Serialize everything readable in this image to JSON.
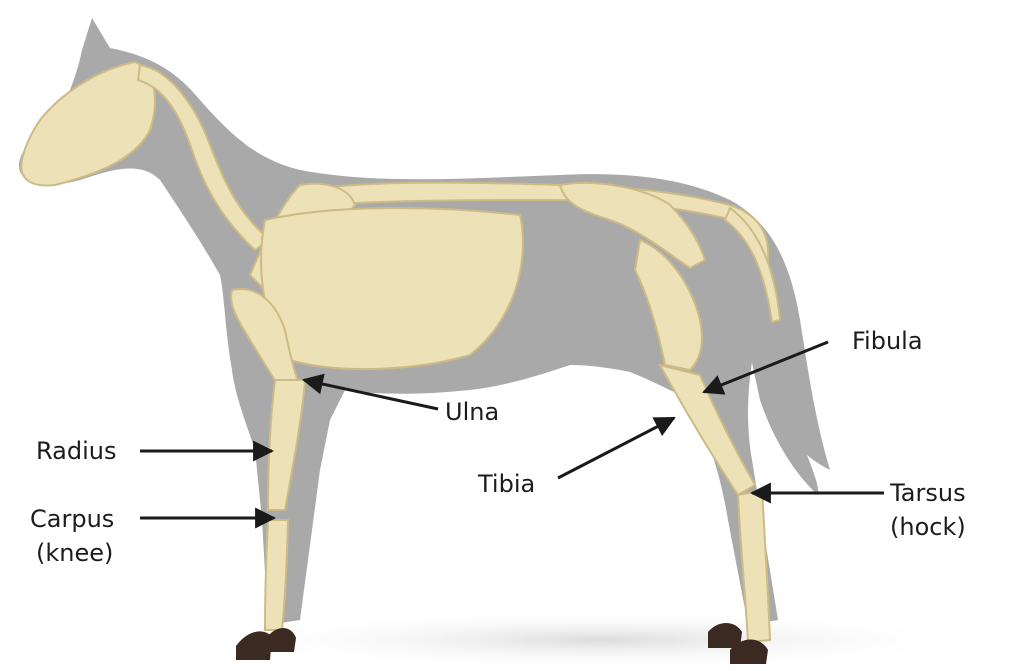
{
  "labels": {
    "fibula": "Fibula",
    "ulna": "Ulna",
    "radius": "Radius",
    "tibia": "Tibia",
    "tarsus_line1": "Tarsus",
    "tarsus_line2": "(hock)",
    "carpus_line1": "Carpus",
    "carpus_line2": "(knee)"
  },
  "colors": {
    "background": "#ffffff",
    "silhouette": "#a9a9a9",
    "bone": "#ede1b8",
    "bone_shade": "#cdbb86",
    "hoof": "#3b2a22",
    "arrow": "#1a1a1a"
  }
}
